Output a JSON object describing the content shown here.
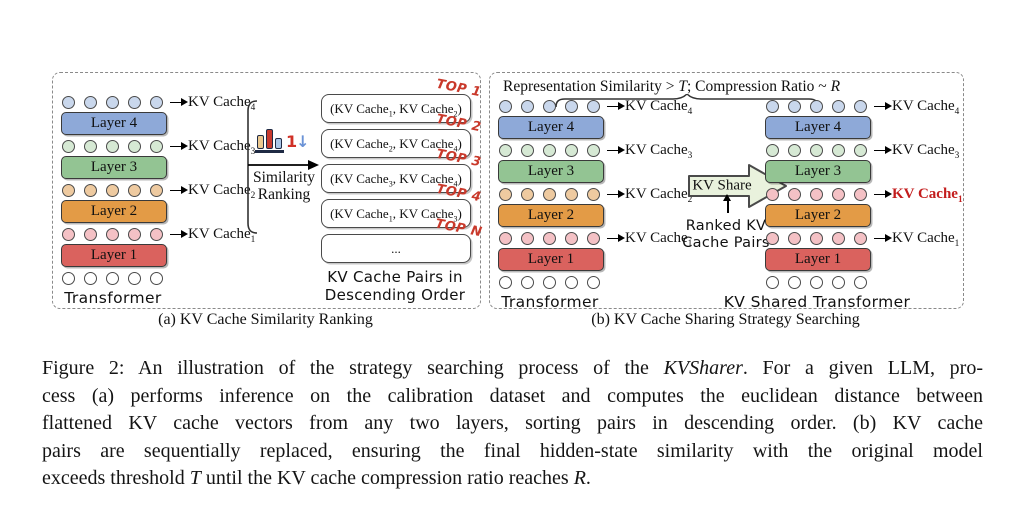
{
  "panel_a": {
    "subcaption": "(a) KV Cache Similarity Ranking",
    "transformer": {
      "name": "Transformer",
      "rows": [
        {
          "t": "c",
          "fill": "#c9d7ec",
          "label": "KV Cache",
          "sub": "4"
        },
        {
          "t": "l",
          "label": "Layer 4",
          "fill": "#8ea9d8"
        },
        {
          "t": "c",
          "fill": "#d6e9d4",
          "label": "KV Cache",
          "sub": "3"
        },
        {
          "t": "l",
          "label": "Layer 3",
          "fill": "#93c493"
        },
        {
          "t": "c",
          "fill": "#eecaa0",
          "label": "KV Cache",
          "sub": "2"
        },
        {
          "t": "l",
          "label": "Layer 2",
          "fill": "#e39b46"
        },
        {
          "t": "c",
          "fill": "#f4c1c5",
          "label": "KV Cache",
          "sub": "1"
        },
        {
          "t": "l",
          "label": "Layer 1",
          "fill": "#da625e"
        },
        {
          "t": "c",
          "fill": "#ffffff"
        }
      ]
    },
    "ranking": {
      "line1": "Similarity",
      "line2": "Ranking",
      "icon_rank": "1",
      "icon_arrow": "↓"
    },
    "pairs": [
      {
        "top": "TOP 1",
        "parts": [
          "(KV Cache",
          "1",
          ", KV Cache",
          "2",
          ")"
        ]
      },
      {
        "top": "TOP 2",
        "parts": [
          "(KV Cache",
          "2",
          ", KV Cache",
          "4",
          ")"
        ]
      },
      {
        "top": "TOP 3",
        "parts": [
          "(KV Cache",
          "3",
          ", KV Cache",
          "4",
          ")"
        ]
      },
      {
        "top": "TOP 4",
        "parts": [
          "(KV Cache",
          "1",
          ", KV Cache",
          "3",
          ")"
        ]
      },
      {
        "top": "TOP N",
        "parts": [
          "..."
        ]
      }
    ],
    "pairs_title": {
      "line1": "KV Cache Pairs in",
      "line2": "Descending Order"
    }
  },
  "panel_b": {
    "subcaption": "(b) KV Cache Sharing Strategy Searching",
    "header": {
      "part1": "Representation Similarity > ",
      "t": "T",
      "part2": "; Compression Ratio ~ ",
      "r": "R"
    },
    "transformer_left": {
      "name": "Transformer",
      "rows": [
        {
          "t": "c",
          "fill": "#c9d7ec",
          "label": "KV Cache",
          "sub": "4"
        },
        {
          "t": "l",
          "label": "Layer 4",
          "fill": "#8ea9d8"
        },
        {
          "t": "c",
          "fill": "#d6e9d4",
          "label": "KV Cache",
          "sub": "3"
        },
        {
          "t": "l",
          "label": "Layer 3",
          "fill": "#93c493"
        },
        {
          "t": "c",
          "fill": "#eecaa0",
          "label": "KV Cache",
          "sub": "2"
        },
        {
          "t": "l",
          "label": "Layer 2",
          "fill": "#e39b46"
        },
        {
          "t": "c",
          "fill": "#f4c1c5",
          "label": "KV Cache",
          "sub": "1"
        },
        {
          "t": "l",
          "label": "Layer 1",
          "fill": "#da625e"
        },
        {
          "t": "c",
          "fill": "#ffffff"
        }
      ]
    },
    "kv_share": {
      "label": "KV Share",
      "fill": "#e9f2dd"
    },
    "ranked_pairs": {
      "line1": "Ranked KV",
      "line2": "Cache Pairs"
    },
    "transformer_right": {
      "name": "KV Shared Transformer",
      "rows": [
        {
          "t": "c",
          "fill": "#c9d7ec",
          "label": "KV Cache",
          "sub": "4"
        },
        {
          "t": "l",
          "label": "Layer 4",
          "fill": "#8ea9d8"
        },
        {
          "t": "c",
          "fill": "#d6e9d4",
          "label": "KV Cache",
          "sub": "3"
        },
        {
          "t": "l",
          "label": "Layer 3",
          "fill": "#93c493"
        },
        {
          "t": "c",
          "fill": "#f4c1c5",
          "label": "KV Cache",
          "sub": "1",
          "red": true
        },
        {
          "t": "l",
          "label": "Layer 2",
          "fill": "#e39b46"
        },
        {
          "t": "c",
          "fill": "#f4c1c5",
          "label": "KV Cache",
          "sub": "1"
        },
        {
          "t": "l",
          "label": "Layer 1",
          "fill": "#da625e"
        },
        {
          "t": "c",
          "fill": "#ffffff"
        }
      ]
    }
  },
  "caption": {
    "line1a": "Figure 2: An illustration of the strategy searching process of the ",
    "line1b": "KVSharer",
    "line1c": ". For a given LLM, pro-",
    "line2": "cess (a) performs inference on the calibration dataset and computes the euclidean distance between",
    "line3": "flattened KV cache vectors from any two layers, sorting pairs in descending order. (b) KV cache",
    "line4": "pairs are sequentially replaced, ensuring the final hidden-state similarity with the original model",
    "line5a": "exceeds threshold ",
    "line5b": "T",
    "line5c": " until the KV cache compression ratio reaches ",
    "line5d": "R",
    "line5e": "."
  },
  "colors": {
    "layer_blue": "#8ea9d8",
    "circle_blue": "#c9d7ec",
    "layer_green": "#93c493",
    "circle_green": "#d6e9d4",
    "layer_orange": "#e39b46",
    "circle_orange": "#eecaa0",
    "layer_red": "#da625e",
    "circle_pink": "#f4c1c5",
    "top_label_red": "#c9392b",
    "shared_cache_red": "#c31d1d",
    "kv_share_green": "#e9f2dd"
  }
}
